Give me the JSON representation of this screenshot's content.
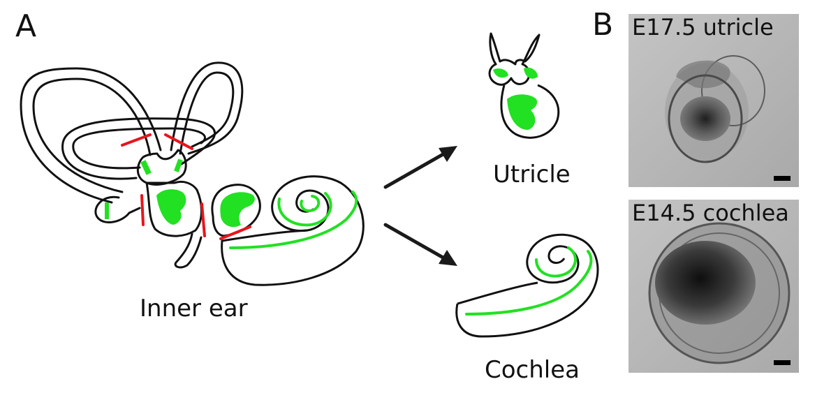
{
  "panels": {
    "a": {
      "letter": "A"
    },
    "b": {
      "letter": "B"
    }
  },
  "labels": {
    "inner_ear": "Inner ear",
    "utricle": "Utricle",
    "cochlea": "Cochlea",
    "micro_top": "E17.5 utricle",
    "micro_bottom": "E14.5 cochlea"
  },
  "colors": {
    "outline": "#111111",
    "sensory_epithelium": "#22e022",
    "cut_mark": "#e8141c",
    "arrow": "#1a1a1a",
    "micrograph_bg": "#b8b8b8",
    "micrograph_tissue": "#3a3a3a"
  }
}
